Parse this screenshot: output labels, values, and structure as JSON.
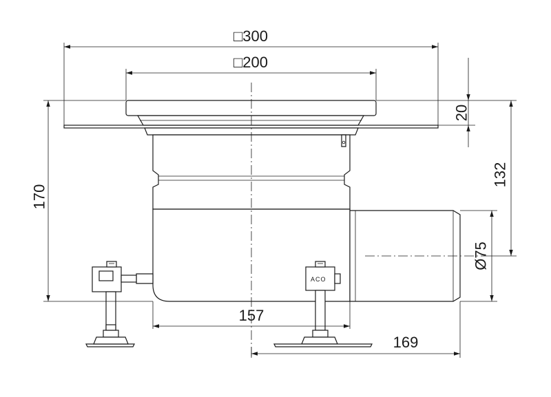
{
  "dimensions": {
    "grate_outer": "□300",
    "grate_inner": "□200",
    "flange_height": "20",
    "outlet_height": "132",
    "total_height": "170",
    "outlet_diameter": "Ø75",
    "body_width": "157",
    "outlet_length": "169"
  },
  "logo_text": "ACO"
}
